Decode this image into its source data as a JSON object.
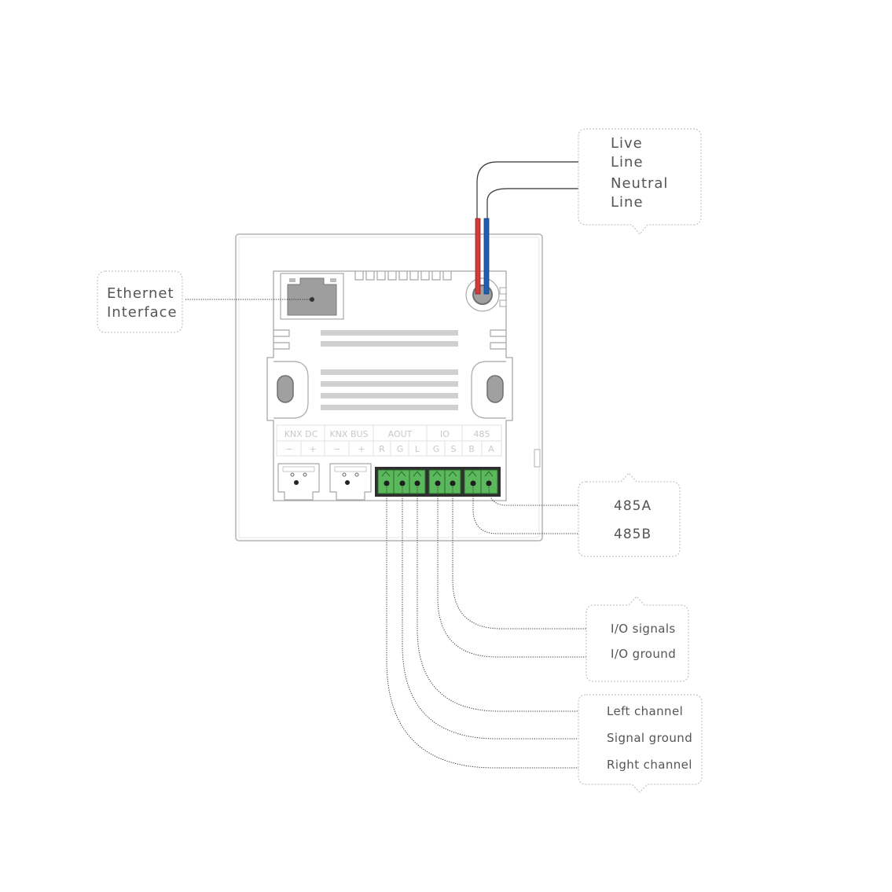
{
  "callouts": {
    "ethernet": {
      "line1": "Ethernet",
      "line2": "Interface"
    },
    "power": {
      "live_line1": "Live",
      "live_line2": "Line",
      "neutral_line1": "Neutral",
      "neutral_line2": "Line"
    },
    "rs485": {
      "a": "485A",
      "b": "485B"
    },
    "io": {
      "signals": "I/O signals",
      "ground": "I/O ground"
    },
    "audio": {
      "left": "Left channel",
      "ground": "Signal ground",
      "right": "Right channel"
    }
  },
  "panel": {
    "groups": [
      "KNX DC",
      "KNX BUS",
      "AOUT",
      "IO",
      "485"
    ],
    "pins": [
      "−",
      "+",
      "−",
      "+",
      "R",
      "G",
      "L",
      "G",
      "S",
      "B",
      "A"
    ]
  },
  "colors": {
    "live_wire": "#d23b3b",
    "neutral_wire": "#1f5fb0",
    "terminal_green": "#5cb85c",
    "terminal_dark": "#2f2f2f",
    "port_gray": "#9e9e9e"
  }
}
